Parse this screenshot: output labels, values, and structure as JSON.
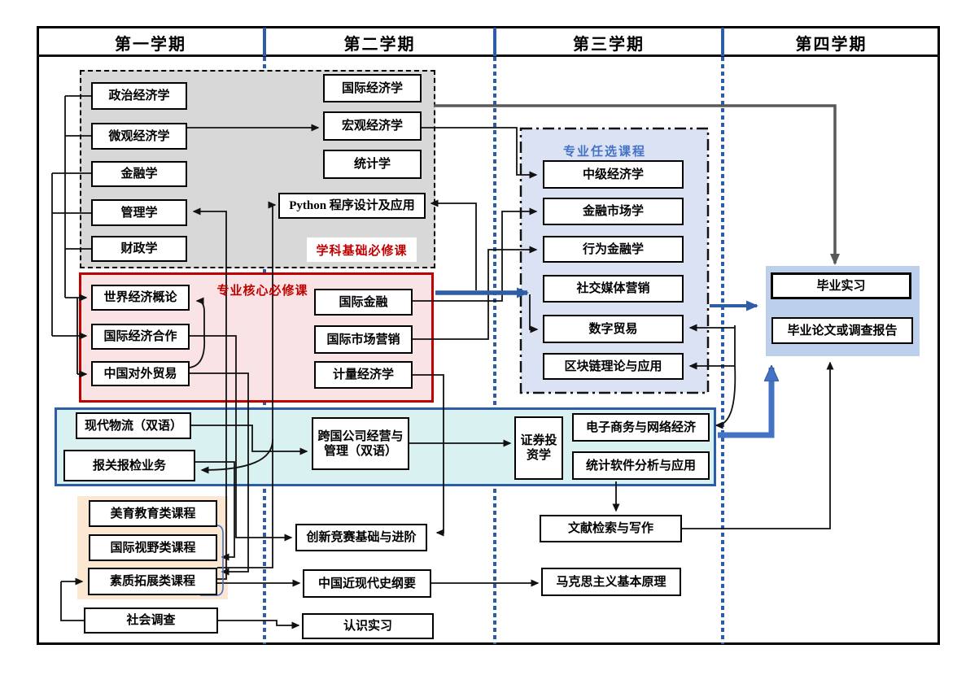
{
  "header": {
    "semesters": [
      "第一学期",
      "第二学期",
      "第三学期",
      "第四学期"
    ]
  },
  "foundation": {
    "label": "学科基础必修课",
    "s1": [
      "政治经济学",
      "微观经济学",
      "金融学",
      "管理学",
      "财政学"
    ],
    "s2": [
      "国际经济学",
      "宏观经济学",
      "统计学",
      "Python 程序设计及应用"
    ]
  },
  "core": {
    "label": "专业核心必修课",
    "s1": [
      "世界经济概论",
      "国际经济合作",
      "中国对外贸易"
    ],
    "s2": [
      "国际金融",
      "国际市场营销",
      "计量经济学"
    ]
  },
  "elective": {
    "label": "专业任选课程",
    "courses": [
      "中级经济学",
      "金融市场学",
      "行为金融学",
      "社交媒体营销",
      "数字贸易",
      "区块链理论与应用"
    ]
  },
  "graduation": {
    "courses": [
      "毕业实习",
      "毕业论文或调查报告"
    ]
  },
  "practical": {
    "courses": [
      "现代物流（双语）",
      "报关报检业务",
      "跨国公司经营与管理（双语）",
      "证券投资学",
      "电子商务与网络经济",
      "统计软件分析与应用"
    ]
  },
  "quality": {
    "courses": [
      "美育教育类课程",
      "国际视野类课程",
      "素质拓展类课程"
    ]
  },
  "general": {
    "courses": [
      "社会调查",
      "创新竞赛基础与进阶",
      "中国近现代史纲要",
      "认识实习",
      "马克思主义基本原理",
      "文献检索与写作"
    ]
  },
  "colors": {
    "foundation_fill": "#d8d8d8",
    "core_border": "#C00000",
    "core_fill": "#f9e3e4",
    "elective_fill": "#dbe2f3",
    "elective_label": "#4472C4",
    "graduation_fill": "#bccfeb",
    "practical_fill": "#d9f1f1",
    "practical_border": "#2E5DA8",
    "quality_fill": "#fbe7d2",
    "divider_blue": "#2E5DA8",
    "arrow_gray": "#595959",
    "arrow_blue": "#3B66B5",
    "label_red": "#C00000"
  }
}
